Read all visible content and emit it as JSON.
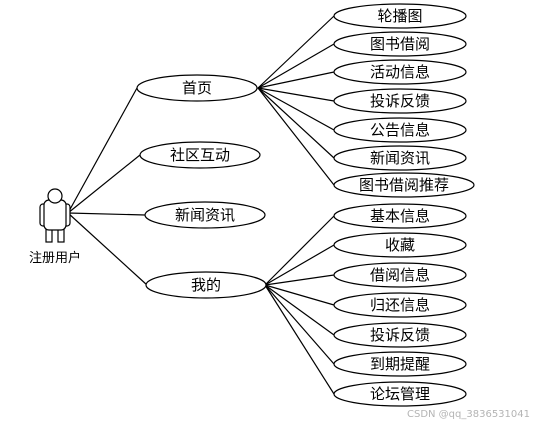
{
  "actor": {
    "label": "注册用户"
  },
  "main_nodes": [
    {
      "id": "home",
      "label": "首页"
    },
    {
      "id": "community",
      "label": "社区互动"
    },
    {
      "id": "news",
      "label": "新闻资讯"
    },
    {
      "id": "mine",
      "label": "我的"
    }
  ],
  "home_children": [
    {
      "label": "轮播图"
    },
    {
      "label": "图书借阅"
    },
    {
      "label": "活动信息"
    },
    {
      "label": "投诉反馈"
    },
    {
      "label": "公告信息"
    },
    {
      "label": "新闻资讯"
    },
    {
      "label": "图书借阅推荐"
    }
  ],
  "mine_children": [
    {
      "label": "基本信息"
    },
    {
      "label": "收藏"
    },
    {
      "label": "借阅信息"
    },
    {
      "label": "归还信息"
    },
    {
      "label": "投诉反馈"
    },
    {
      "label": "到期提醒"
    },
    {
      "label": "论坛管理"
    }
  ],
  "watermark": "CSDN @qq_3836531041"
}
